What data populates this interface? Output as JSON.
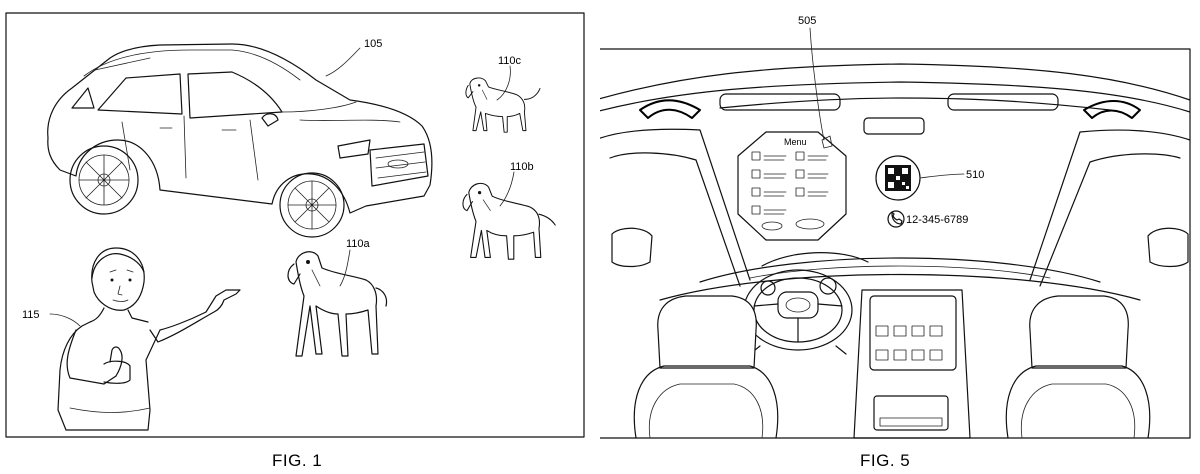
{
  "figure1": {
    "caption": "FIG. 1",
    "labels": {
      "vehicle": "105",
      "dog_a": "110a",
      "dog_b": "110b",
      "dog_c": "110c",
      "person": "115"
    }
  },
  "figure5": {
    "caption": "FIG. 5",
    "labels": {
      "menu_display": "505",
      "qr_code": "510"
    },
    "menu_title": "Menu",
    "phone_number": "12-345-6789"
  },
  "icons": [
    "car-icon",
    "dog-icon",
    "person-icon",
    "steering-wheel-icon",
    "qr-code-icon",
    "phone-icon"
  ]
}
